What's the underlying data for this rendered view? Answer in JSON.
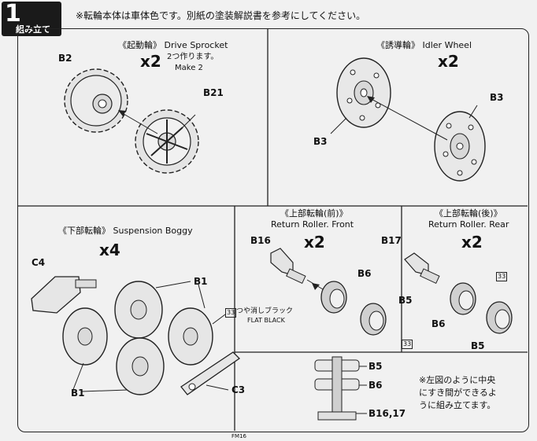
{
  "header": {
    "badge_number": "1",
    "badge_text": "組み立て",
    "note": "※転輪本体は車体色です。別紙の塗装解説書を参考にしてください。"
  },
  "drive_sprocket": {
    "title": "《起動輪》 Drive Sprocket",
    "multiplier": "x2",
    "make_jp": "2つ作ります。",
    "make_en": "Make 2",
    "part_a": "B2",
    "part_b": "B21"
  },
  "idler_wheel": {
    "title": "《誘導輪》 Idler Wheel",
    "multiplier": "x2",
    "part_top": "B3",
    "part_bottom": "B3"
  },
  "suspension_boggy": {
    "title": "《下部転輪》 Suspension Boggy",
    "multiplier": "x4",
    "part_c4": "C4",
    "part_b1_top": "B1",
    "part_b1_bottom": "B1",
    "part_c3": "C3",
    "paint_code": "33",
    "paint_jp": "つや消しブラック",
    "paint_en": "FLAT BLACK"
  },
  "return_roller_front": {
    "title_jp": "《上部転輪(前)》",
    "title_en": "Return Roller. Front",
    "multiplier": "x2",
    "part_b16": "B16",
    "part_b6": "B6",
    "part_b5": "B5",
    "paint_code": "33"
  },
  "return_roller_rear": {
    "title_jp": "《上部転輪(後)》",
    "title_en": "Return Roller. Rear",
    "multiplier": "x2",
    "part_b17": "B17",
    "part_b6": "B6",
    "part_b5": "B5",
    "paint_code": "33"
  },
  "cross_section": {
    "part_b5": "B5",
    "part_b6": "B6",
    "part_b16_17": "B16,17",
    "note_line1": "※左図のように中央",
    "note_line2": "にすき間ができるよ",
    "note_line3": "うに組み立てます。"
  },
  "footer": {
    "code": "FM16"
  }
}
